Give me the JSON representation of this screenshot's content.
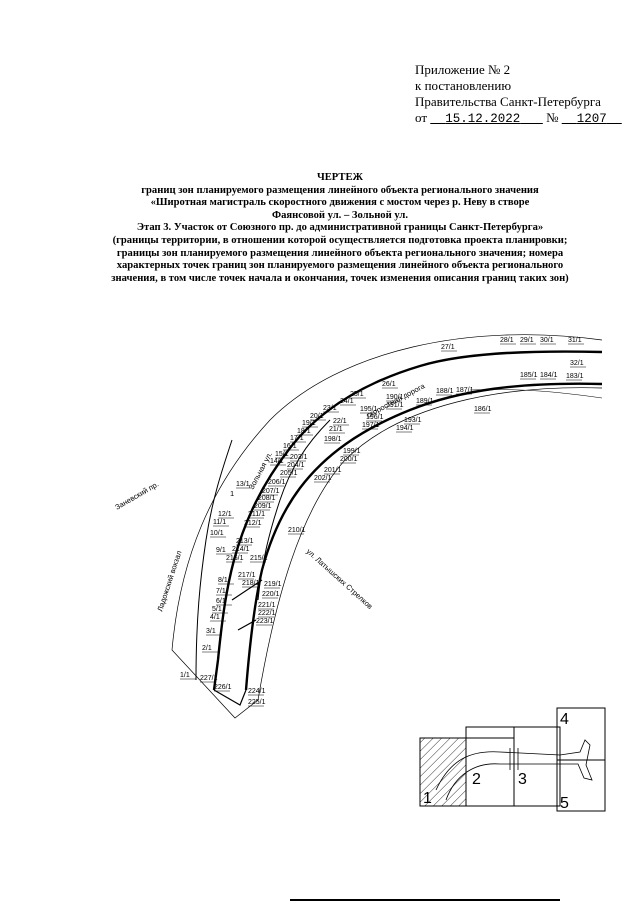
{
  "appendix": {
    "line1": "Приложение № 2",
    "line2": "к постановлению",
    "line3": "Правительства Санкт-Петербурга",
    "from_label": "от",
    "date": "15.12.2022",
    "number_label": "№",
    "number": "1207"
  },
  "title": {
    "heading": "ЧЕРТЕЖ",
    "line1": "границ зон планируемого размещения линейного объекта регионального значения",
    "line2": "«Широтная магистраль скоростного движения с мостом через р. Неву в створе",
    "line3": "Фаянсовой ул. – Зольной ул.",
    "line4": "Этап 3. Участок от Союзного пр. до административной границы Санкт-Петербурга»",
    "line5": "(границы территории, в отношении которой осуществляется подготовка проекта планировки;",
    "line6": "границы зон планируемого размещения линейного объекта регионального значения; номера",
    "line7": "характерных точек границ зон планируемого размещения линейного объекта регионального",
    "line8": "значения, в том числе точек начала и окончания, точек изменения описания границ таких зон)"
  },
  "map": {
    "streets": {
      "zanevsky": "Заневский пр.",
      "zolnaya": "Зольная ул.",
      "road": "скоростная дорога",
      "latyshskih": "ул. Латышских Стрелков",
      "ladozhsky": "Ладожский вокзал"
    },
    "marker": "1",
    "points": [
      "27/1",
      "28/1",
      "29/1",
      "30/1",
      "31/1",
      "32/1",
      "185/1",
      "184/1",
      "183/1",
      "25/1",
      "26/1",
      "24/1",
      "23/1",
      "190/1",
      "188/1",
      "187/1",
      "189/1",
      "191/1",
      "195/1",
      "196/1",
      "193/1",
      "197/1",
      "194/1",
      "186/1",
      "20/1",
      "19/1",
      "22/1",
      "18/1",
      "21/1",
      "17/1",
      "16/1",
      "198/1",
      "15/1",
      "199/1",
      "14/1",
      "203/1",
      "200/1",
      "204/1",
      "205/1",
      "201/1",
      "202/1",
      "13/1",
      "206/1",
      "207/1",
      "208/1",
      "209/1",
      "12/1",
      "211/1",
      "11/1",
      "212/1",
      "10/1",
      "210/1",
      "9/1",
      "213/1",
      "214/1",
      "216/1",
      "215/1",
      "217/1",
      "8/1",
      "218/1",
      "219/1",
      "7/1",
      "220/1",
      "6/1",
      "5/1",
      "221/1",
      "4/1",
      "222/1",
      "223/1",
      "3/1",
      "2/1",
      "1/1",
      "227/1",
      "226/1",
      "224/1",
      "225/1"
    ]
  },
  "keymap": {
    "sheets": [
      "1",
      "2",
      "3",
      "4",
      "5"
    ]
  }
}
